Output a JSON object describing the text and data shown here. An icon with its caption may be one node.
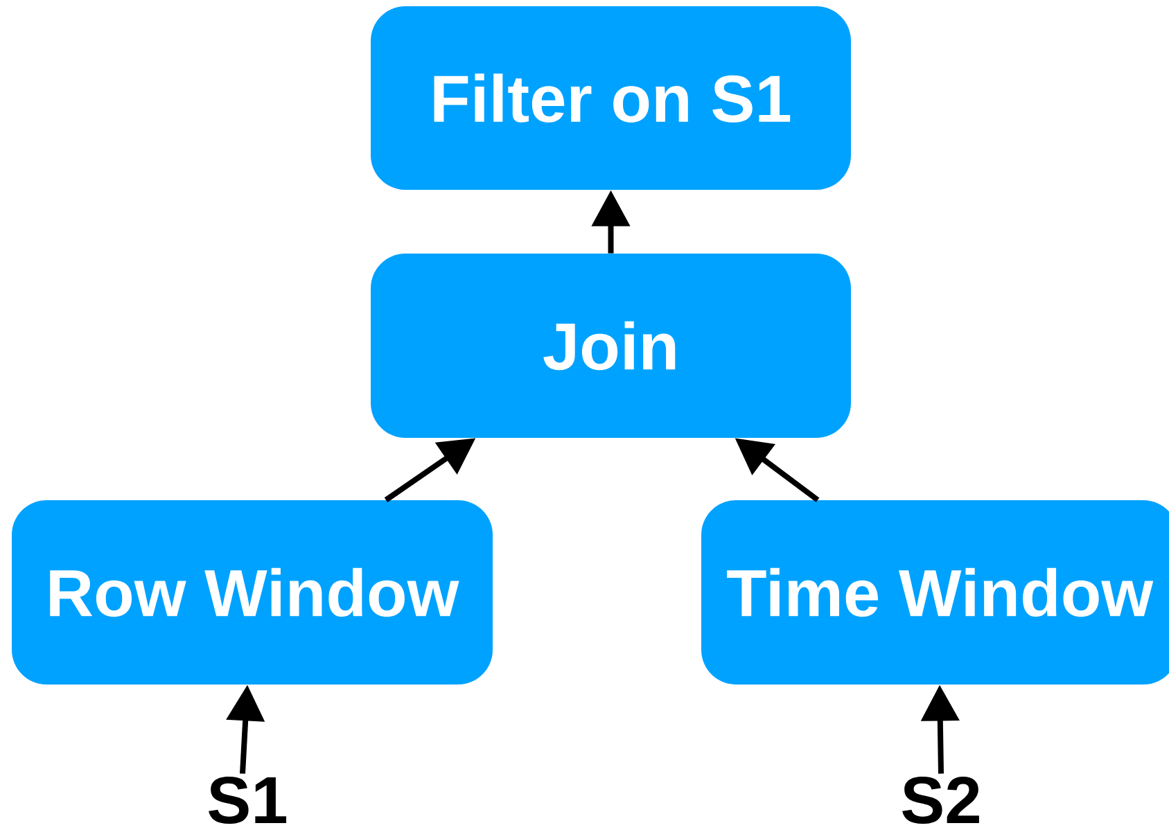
{
  "diagram": {
    "nodes": [
      {
        "text": [
          "Filter on S1"
        ]
      },
      {
        "text": [
          "Join"
        ]
      },
      {
        "text": [
          "Row Window"
        ]
      },
      {
        "text": [
          "Time Window"
        ]
      },
      {
        "text": [
          "S1"
        ]
      },
      {
        "text": [
          "S2"
        ]
      }
    ],
    "edges": [
      {
        "from": 4,
        "to": 2,
        "arrow": "to"
      },
      {
        "from": 5,
        "to": 3,
        "arrow": "to"
      },
      {
        "from": 2,
        "to": 1,
        "arrow": "to"
      },
      {
        "from": 3,
        "to": 1,
        "arrow": "to"
      },
      {
        "from": 1,
        "to": 0,
        "arrow": "to"
      }
    ]
  }
}
